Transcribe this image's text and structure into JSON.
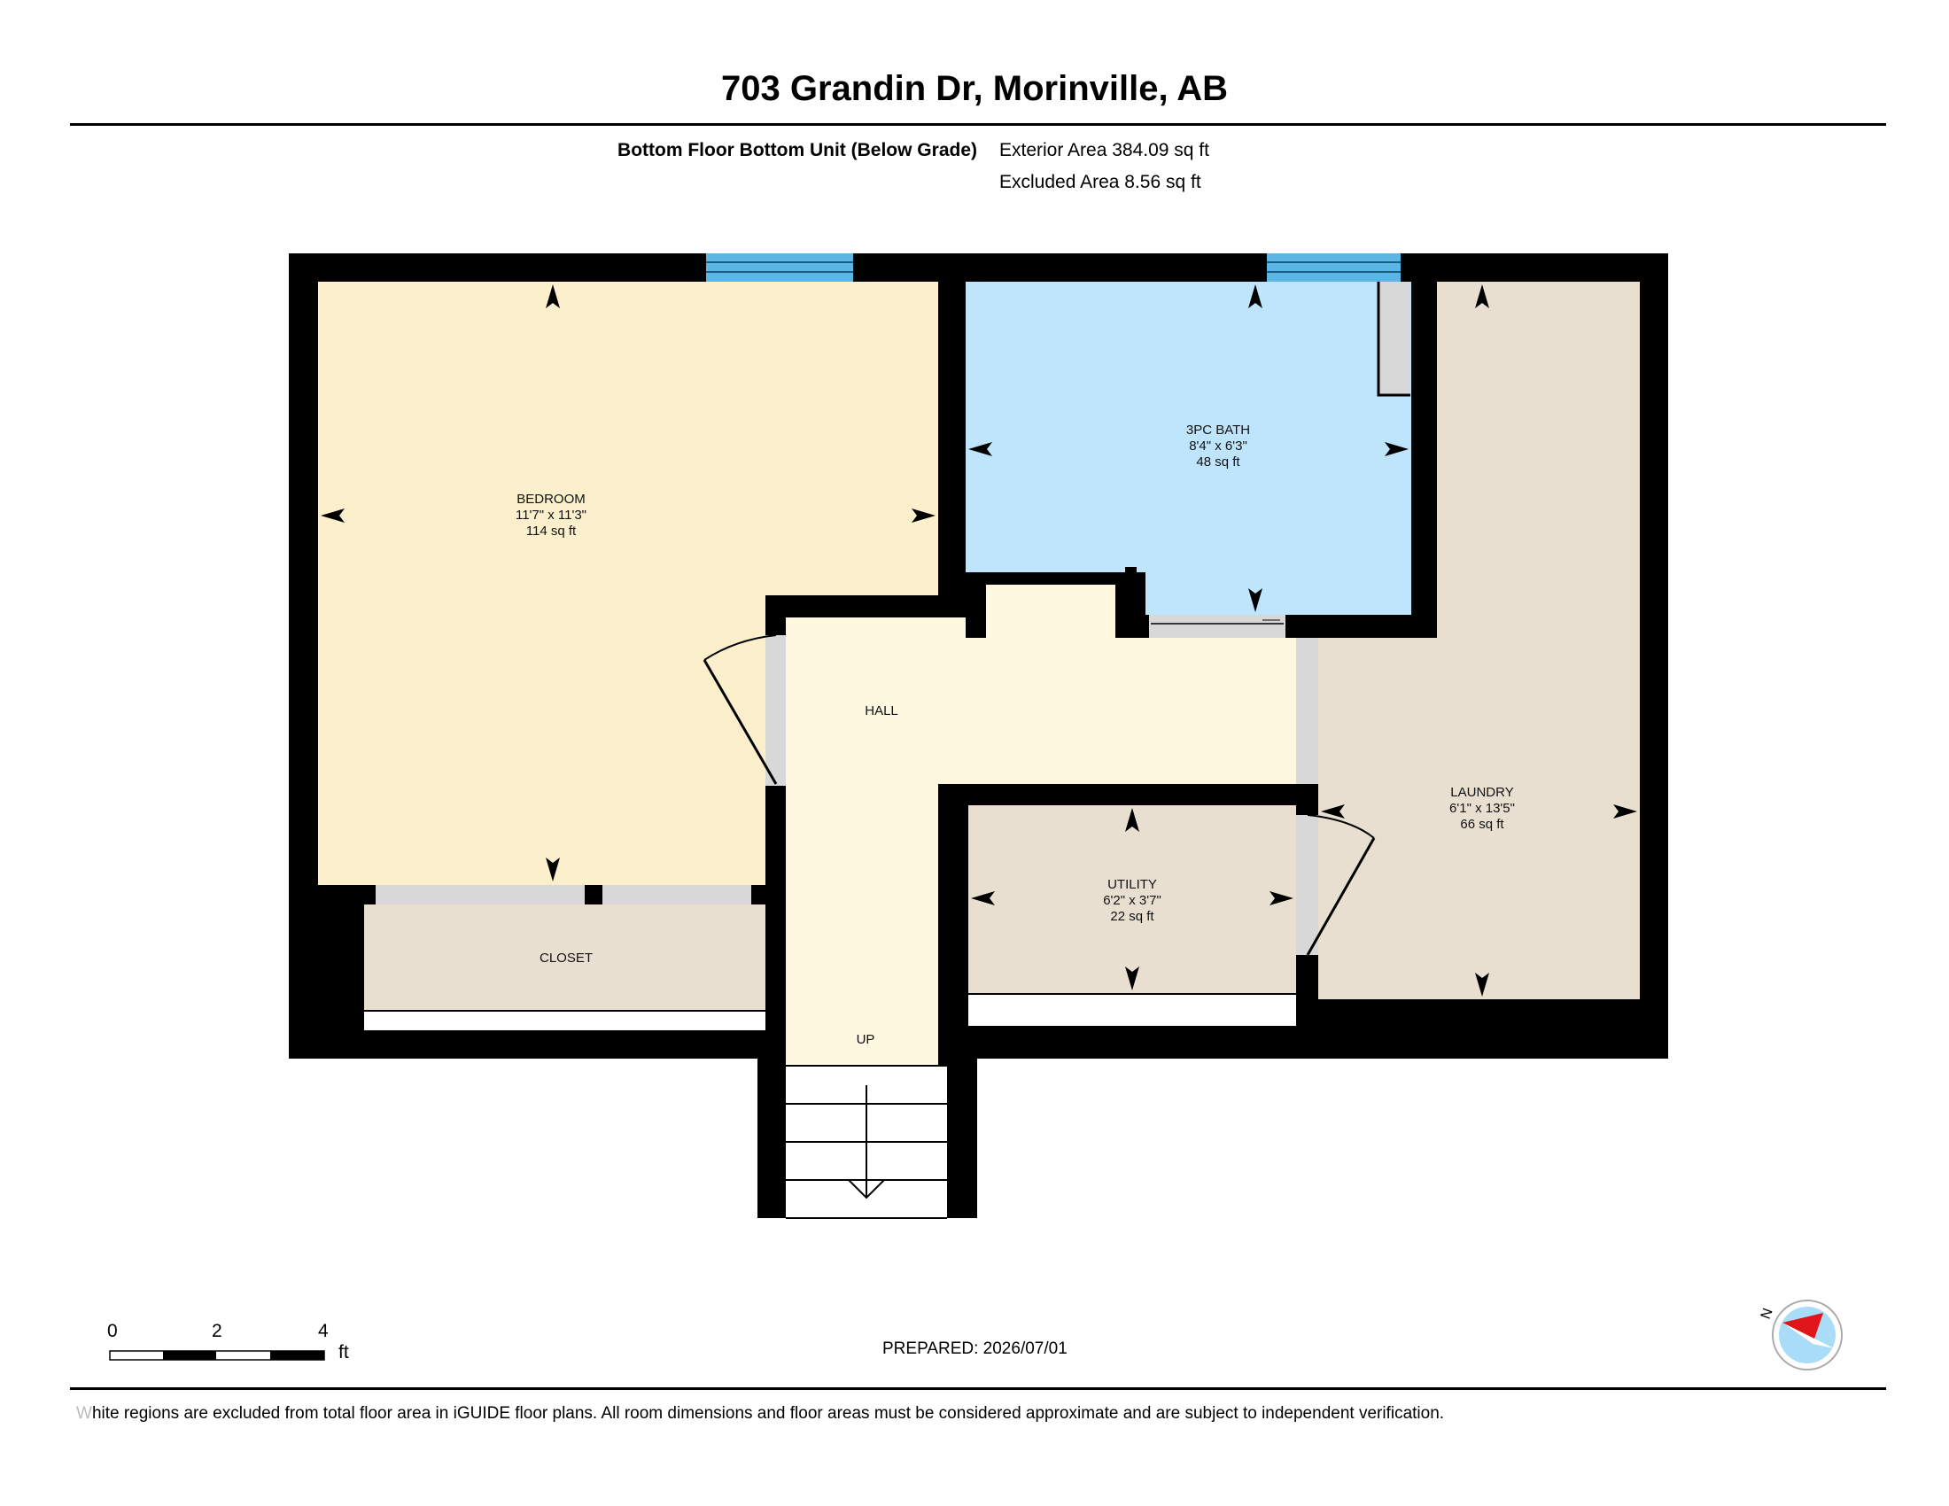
{
  "title": "703 Grandin Dr, Morinville, AB",
  "floor_label": "Bottom Floor Bottom Unit (Below Grade)",
  "exterior_area": "Exterior Area 384.09 sq ft",
  "excluded_area": "Excluded Area 8.56 sq ft",
  "rooms": {
    "bedroom": {
      "name": "BEDROOM",
      "dims": "11'7\" x 11'3\"",
      "area": "114 sq ft"
    },
    "bath": {
      "name": "3PC BATH",
      "dims": "8'4\" x 6'3\"",
      "area": "48 sq ft"
    },
    "hall": {
      "name": "HALL"
    },
    "laundry": {
      "name": "LAUNDRY",
      "dims": "6'1\" x 13'5\"",
      "area": "66 sq ft"
    },
    "utility": {
      "name": "UTILITY",
      "dims": "6'2\" x 3'7\"",
      "area": "22 sq ft"
    },
    "closet": {
      "name": "CLOSET"
    },
    "stairs": {
      "name": "UP"
    }
  },
  "scale": {
    "ticks": [
      "0",
      "2",
      "4"
    ],
    "unit": "ft"
  },
  "compass": {
    "label": "N"
  },
  "prepared": "PREPARED: 2026/07/01",
  "disclaimer_first": "W",
  "disclaimer_rest": "hite regions are excluded from total floor area in iGUIDE floor plans. All room dimensions and floor areas must be considered approximate and are subject to independent verification.",
  "colors": {
    "bedroom": "#fcefcb",
    "bath": "#bee5fc",
    "hall": "#fef8e1",
    "laundry": "#e8dfd0",
    "utility": "#e8dfd0",
    "closet": "#e8dfd0",
    "window": "#5bb6e6",
    "wall": "#000000",
    "compass_needle": "#e0161b",
    "compass_fill": "#a9dcf7"
  }
}
